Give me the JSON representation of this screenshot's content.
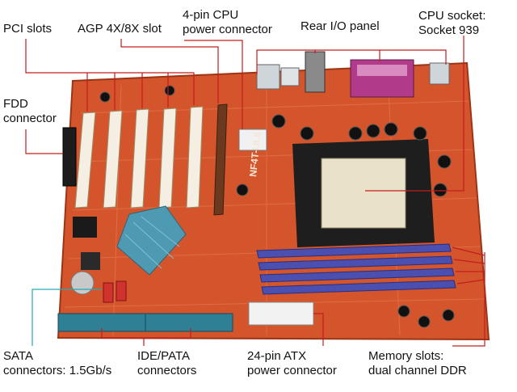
{
  "colors": {
    "board": "#d4542c",
    "board_dark": "#b8401e",
    "trace": "#e8835e",
    "slot_white": "#f4efe2",
    "agp_brown": "#6b3a1e",
    "dimm_blue": "#4b4fb0",
    "ide_teal": "#2f7f95",
    "heatsink": "#4f9ab3",
    "socket": "#e9e2c8",
    "leader_red": "#c41d1d",
    "leader_teal": "#2aa7b5",
    "text": "#111111"
  },
  "labels": {
    "pci_slots": [
      "PCI slots"
    ],
    "agp_slot": [
      "AGP 4X/8X slot"
    ],
    "cpu_power": [
      "4-pin CPU",
      "power connector"
    ],
    "rear_io": [
      "Rear I/O panel"
    ],
    "cpu_socket": [
      "CPU socket:",
      "Socket 939"
    ],
    "fdd": [
      "FDD",
      "connector"
    ],
    "sata": [
      "SATA",
      "connectors: 1.5Gb/s"
    ],
    "ide": [
      "IDE/PATA",
      "connectors"
    ],
    "atx_power": [
      "24-pin ATX",
      "power connector"
    ],
    "memory": [
      "Memory slots:",
      "dual channel DDR"
    ]
  },
  "board_silkscreen": "NF4T-UL8"
}
